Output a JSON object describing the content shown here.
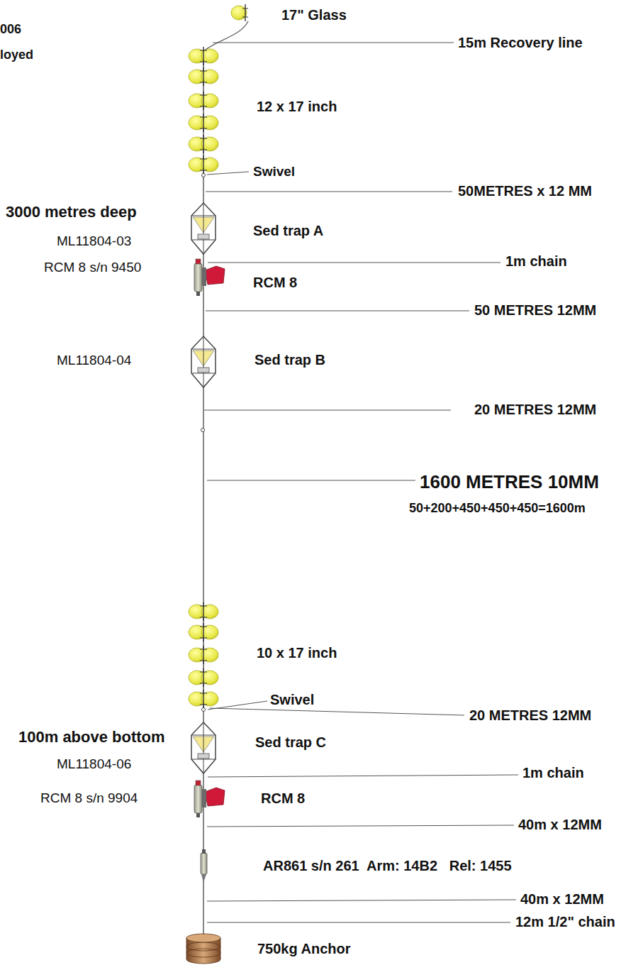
{
  "diagram": {
    "labels": [
      "006",
      "loyed",
      "17\" Glass",
      "15m Recovery line",
      "12 x 17 inch",
      "Swivel",
      "50METRES x 12 MM",
      "3000 metres deep",
      "ML11804-03",
      "RCM 8 s/n 9450",
      "Sed trap A",
      "1m chain",
      "RCM 8",
      "50 METRES 12MM",
      "ML11804-04",
      "Sed trap B",
      "20 METRES 12MM",
      "1600 METRES 10MM",
      "50+200+450+450+450=1600m",
      "10 x 17 inch",
      "Swivel",
      "20 METRES 12MM",
      "100m above bottom",
      "Sed trap C",
      "ML11804-06",
      "1m chain",
      "RCM 8 s/n 9904",
      "RCM 8",
      "40m x 12MM",
      "AR861 s/n 261  Arm: 14B2   Rel: 1455",
      "40m x 12MM",
      "12m 1/2\" chain",
      "750kg Anchor"
    ]
  }
}
